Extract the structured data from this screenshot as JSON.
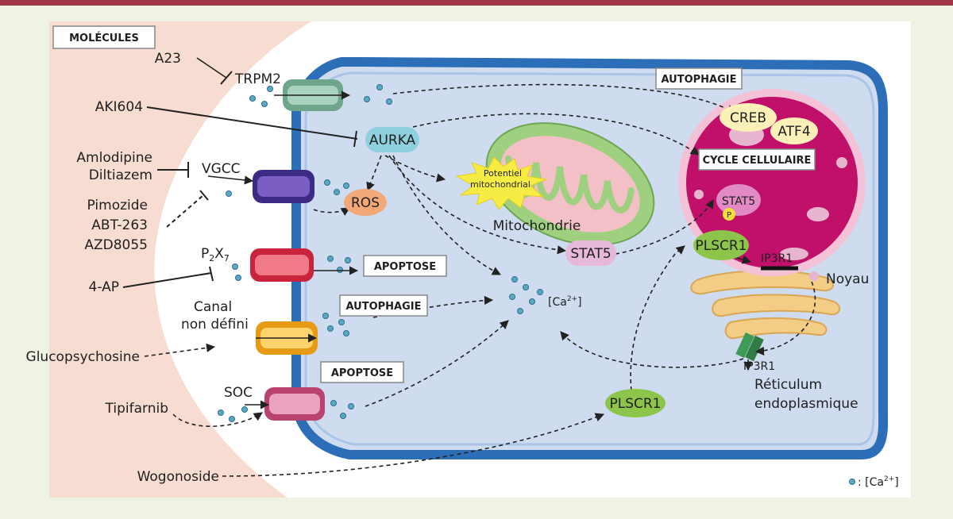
{
  "boxes": {
    "molecules": "MOLÉCULES",
    "autophagie_top": "AUTOPHAGIE",
    "cycle": "CYCLE CELLULAIRE",
    "apoptose_p2x7": "APOPTOSE",
    "autophagie_canal": "AUTOPHAGIE",
    "apoptose_soc": "APOPTOSE"
  },
  "molecules": {
    "a23": "A23",
    "aki604": "AKI604",
    "amlodipine": "Amlodipine",
    "diltiazem": "Diltiazem",
    "pimozide": "Pimozide",
    "abt263": "ABT-263",
    "azd8055": "AZD8055",
    "ap4": "4-AP",
    "glucopsychosine": "Glucopsychosine",
    "tipifarnib": "Tipifarnib",
    "wogonoside": "Wogonoside"
  },
  "channels": {
    "trpm2": "TRPM2",
    "vgcc": "VGCC",
    "p2x7_base": "P",
    "p2x7_sub1": "2",
    "p2x7_mid": "X",
    "p2x7_sub2": "7",
    "canal_line1": "Canal",
    "canal_line2": "non défini",
    "soc": "SOC"
  },
  "intracellular": {
    "aurka": "AURKA",
    "ros": "ROS",
    "potentiel_line1": "Potentiel",
    "potentiel_line2": "mitochondrial",
    "mitochondrie": "Mitochondrie",
    "stat5": "STAT5",
    "plscr1": "PLSCR1",
    "ca_label": "[Ca",
    "ca_sup": "2+",
    "ca_close": "]"
  },
  "nucleus": {
    "creb": "CREB",
    "atf4": "ATF4",
    "stat5": "STAT5",
    "p": "P",
    "plscr1": "PLSCR1",
    "ip3r1": "IP3R1",
    "noyau": "Noyau"
  },
  "er": {
    "ip3r1": "IP3R1",
    "reticulum_line1": "Réticulum",
    "reticulum_line2": "endoplasmique"
  },
  "legend": {
    "text": ": [Ca",
    "sup": "2+",
    "close": "]"
  },
  "colors": {
    "frame": "#a0364a",
    "extracellular": "#f7ddd1",
    "cytoplasm": "#cfdcf0",
    "membrane": "#2c6fb8",
    "nucleus": "#c0106a",
    "calcium": "#5aa9c4",
    "aurka": "#8fd0de",
    "ros": "#f2a877",
    "stat5": "#e6b8d9",
    "plscr1": "#8dc44a",
    "mitochondria": "#9fd07f",
    "er": "#f3cc86"
  }
}
